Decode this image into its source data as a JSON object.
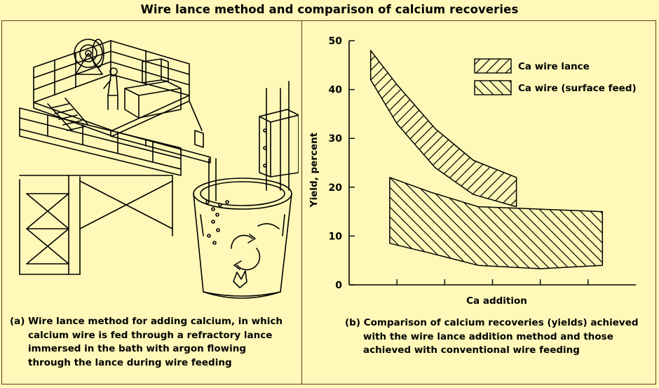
{
  "page": {
    "title": "Wire lance method and comparison of calcium recoveries"
  },
  "panel_a": {
    "caption_lines": [
      "(a) Wire lance method for adding calcium, in which",
      "calcium wire is fed through a refractory lance",
      "immersed in the bath with argon flowing",
      "through the lance during wire feeding"
    ]
  },
  "panel_b": {
    "caption_lines": [
      "(b) Comparison of calcium recoveries (yields) achieved",
      "with the wire lance addition method and those",
      "achieved with conventional wire feeding"
    ]
  },
  "chart_data": {
    "type": "area",
    "title": "",
    "xlabel": "Ca addition",
    "ylabel": "Yield, percent",
    "ylim": [
      0,
      50
    ],
    "xlim": [
      0,
      6
    ],
    "yticks": [
      0,
      10,
      20,
      30,
      40,
      50
    ],
    "xticks_count": 5,
    "x_tick_labels_shown": false,
    "grid": false,
    "legend_placement": "top-right",
    "series": [
      {
        "name": "Ca wire lance",
        "hatch": "backslash",
        "upper": [
          [
            0.45,
            48
          ],
          [
            1.0,
            41
          ],
          [
            1.8,
            32
          ],
          [
            2.6,
            25.5
          ],
          [
            3.5,
            22
          ]
        ],
        "lower": [
          [
            0.45,
            42
          ],
          [
            1.0,
            33
          ],
          [
            1.8,
            24
          ],
          [
            2.6,
            18.5
          ],
          [
            3.5,
            16
          ]
        ]
      },
      {
        "name": "Ca wire (surface feed)",
        "hatch": "slash",
        "upper": [
          [
            0.85,
            22
          ],
          [
            1.7,
            19
          ],
          [
            2.7,
            16
          ],
          [
            4.0,
            15.5
          ],
          [
            5.3,
            15
          ]
        ],
        "lower": [
          [
            0.85,
            8.5
          ],
          [
            1.7,
            6.5
          ],
          [
            2.7,
            4
          ],
          [
            4.0,
            3.3
          ],
          [
            5.3,
            4
          ]
        ]
      }
    ]
  }
}
